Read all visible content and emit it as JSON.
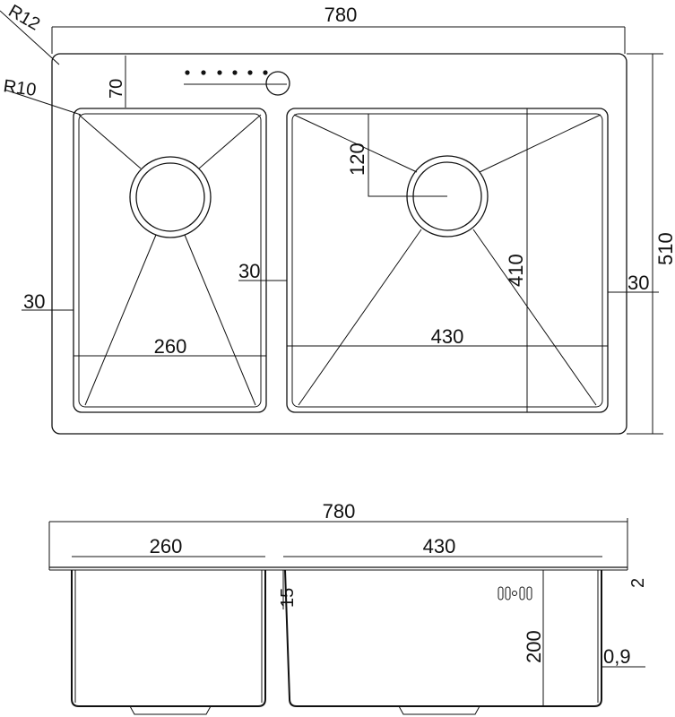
{
  "top_view": {
    "corner_radius_outer": "R12",
    "corner_radius_inner": "R10",
    "overall_width": "780",
    "overall_height": "510",
    "deck_depth": "70",
    "drain_offset": "120",
    "left_bowl_width": "260",
    "right_bowl_width": "430",
    "bowl_depth": "410",
    "left_margin": "30",
    "center_divider": "30",
    "right_margin": "30"
  },
  "section_view": {
    "overall_width": "780",
    "left_bowl_width": "260",
    "right_bowl_width": "430",
    "rim_thickness": "2",
    "divider_height": "15",
    "bowl_height": "200",
    "wall_thickness": "0,9"
  }
}
